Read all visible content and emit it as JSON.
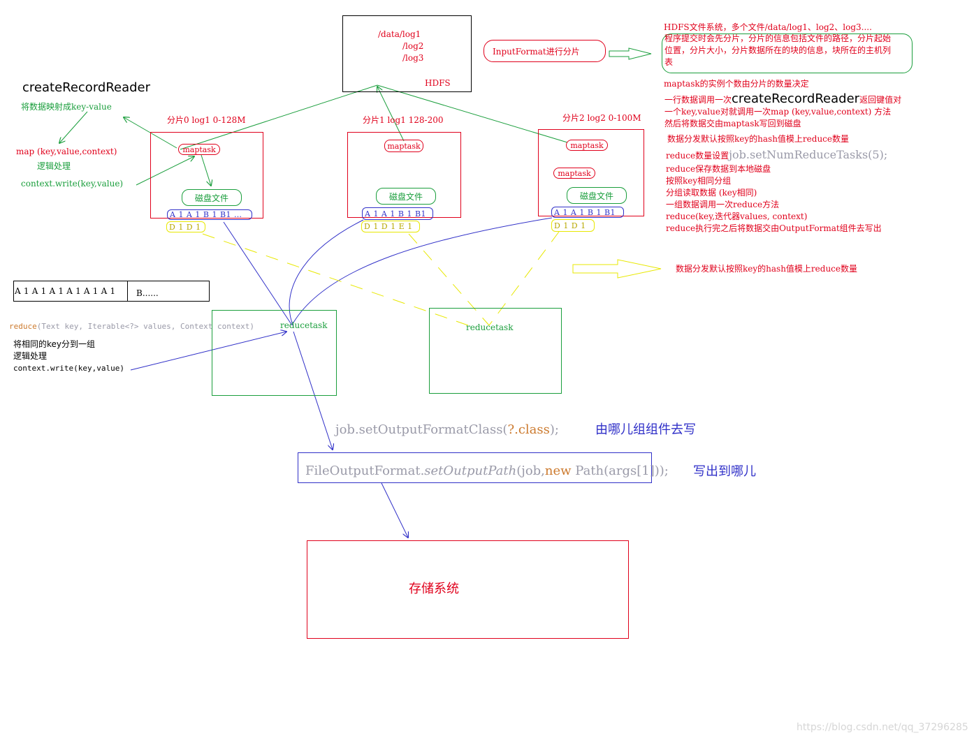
{
  "hdfs": {
    "paths": [
      "/data/log1",
      "/log2",
      "/log3"
    ],
    "label": "HDFS"
  },
  "input_format": {
    "label": "InputFormat进行分片"
  },
  "create_record_reader": {
    "title": "createRecordReader",
    "subtitle": "将数据映射成key-value",
    "map_sig": "map (key,value,context)",
    "logic": "逻辑处理",
    "write": "context.write(key,value)"
  },
  "splits": [
    {
      "label": "分片0 log1 0-128M",
      "maptask": [
        "maptask"
      ],
      "disk": "磁盘文件",
      "tokens": "A 1 A 1 B 1 B1 …",
      "tokens2": "D 1 D 1"
    },
    {
      "label": "分片1 log1 128-200",
      "maptask": [
        "maptask"
      ],
      "disk": "磁盘文件",
      "tokens": "A 1 A 1 B 1 B1",
      "tokens2": "D 1 D 1 E 1"
    },
    {
      "label": "分片2 log2 0-100M",
      "maptask": [
        "maptask",
        "maptask"
      ],
      "disk": "磁盘文件",
      "tokens": "A 1 A 1 B 1 B1",
      "tokens2": "D 1 D 1"
    }
  ],
  "notes": {
    "hdfs_note_1": "HDFS文件系统，多个文件/data/log1、log2、log3....",
    "hdfs_note_2": "程序提交时会先分片，分片的信息包括文件的路径，分片起始",
    "hdfs_note_3": "位置，分片大小，分片数据所在的块的信息，块所在的主机列",
    "hdfs_note_4": "表",
    "maptask_count": "maptask的实例个数由分片的数量决定",
    "line_call_prefix": "一行数据调用一次",
    "line_call_big": "createRecordReader",
    "line_call_suffix": "返回键值对",
    "kv_call": "一个key,value对就调用一次map (key,value,context) 方法",
    "after": "然后将数据交由maptask写回到磁盘",
    "partition": "数据分发默认按照key的hash值模上reduce数量",
    "reduce_num_prefix": "reduce数量设置",
    "reduce_num_code": "job.setNumReduceTasks(5);",
    "reduce_save": "reduce保存数据到本地磁盘",
    "group_by_key": "按照key相同分组",
    "group_read": "分组读取数据 (key相同)",
    "group_call": "一组数据调用一次reduce方法",
    "reduce_sig": "reduce(key,迭代器values, context)",
    "reduce_after": "reduce执行完之后将数据交由OutputFormat组件去写出",
    "partition_2": "数据分发默认按照key的hash值模上reduce数量"
  },
  "group_box": {
    "left": "A 1 A 1 A 1 A 1 A 1 A 1",
    "right": "B......"
  },
  "reduce_sig_code": {
    "kw": "reduce",
    "rest": "(Text key,  Iterable<?> values,  Context context)"
  },
  "reduce_notes": {
    "same_key": "将相同的key分到一组",
    "logic": "逻辑处理",
    "write": "context.write(key,value)"
  },
  "reducetasks": [
    "reducetask",
    "reducetask"
  ],
  "output": {
    "format_code_1": "job.setOutputFormatClass(",
    "format_code_2": "?.class",
    "format_code_3": ");",
    "format_note": "由哪儿组组件去写",
    "path_code_1": "FileOutputFormat.",
    "path_code_2": "setOutputPath",
    "path_code_3": "(job,",
    "path_code_4": "new",
    "path_code_5": " Path(args[1]));",
    "path_note": "写出到哪儿"
  },
  "storage": {
    "label": "存储系统"
  },
  "watermark": "https://blog.csdn.net/qq_37296285",
  "colors": {
    "red": "#e0001b",
    "green": "#1a9e3c",
    "blue": "#3030c8",
    "yellow": "#e8e800",
    "gray_code": "#9a9aa8",
    "orange_code": "#cc7a2e"
  }
}
